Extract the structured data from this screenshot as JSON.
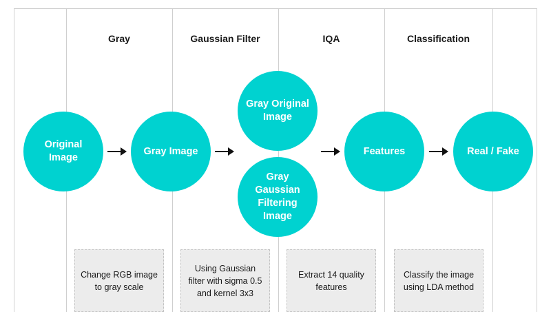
{
  "headers": {
    "gray": "Gray",
    "gaussian": "Gaussian Filter",
    "iqa": "IQA",
    "classification": "Classification"
  },
  "nodes": {
    "original": "Original Image",
    "gray": "Gray Image",
    "gray_original": "Gray Original Image",
    "gray_gaussian": "Gray Gaussian Filtering Image",
    "features": "Features",
    "result": "Real / Fake"
  },
  "notes": {
    "gray": "Change RGB image to gray scale",
    "gaussian": "Using Gaussian filter with sigma 0.5 and kernel 3x3",
    "iqa": "Extract 14 quality features",
    "classification": "Classify the image using LDA method"
  },
  "colors": {
    "node_fill": "#00d2d0",
    "note_fill": "#ececec",
    "grid_line": "#cfcfcf"
  }
}
